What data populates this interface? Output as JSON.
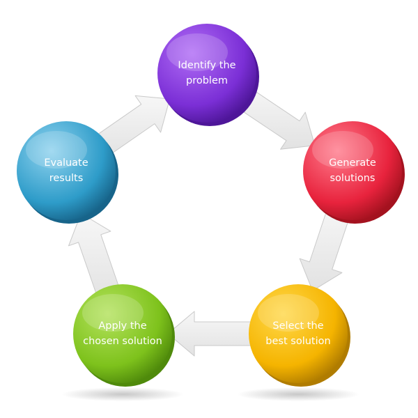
{
  "diagram": {
    "nodes": [
      {
        "id": "identify",
        "lines": [
          "Identify the",
          "problem"
        ],
        "color": "#7b2fd6",
        "highlight": "#b06cf5",
        "shadow": "#4e1699"
      },
      {
        "id": "generate",
        "lines": [
          "Generate",
          "solutions"
        ],
        "color": "#e8233d",
        "highlight": "#ff7b8c",
        "shadow": "#a4121f"
      },
      {
        "id": "select",
        "lines": [
          "Select the",
          "best solution"
        ],
        "color": "#f5b400",
        "highlight": "#ffd84a",
        "shadow": "#b07c00"
      },
      {
        "id": "apply",
        "lines": [
          "Apply the",
          "chosen solution"
        ],
        "color": "#7ec21c",
        "highlight": "#b3e25c",
        "shadow": "#4f8a0b"
      },
      {
        "id": "evaluate",
        "lines": [
          "Evaluate",
          "results"
        ],
        "color": "#2e9cc9",
        "highlight": "#8fd2ee",
        "shadow": "#17648a"
      }
    ],
    "arrow_color": "#e2e2e2"
  }
}
